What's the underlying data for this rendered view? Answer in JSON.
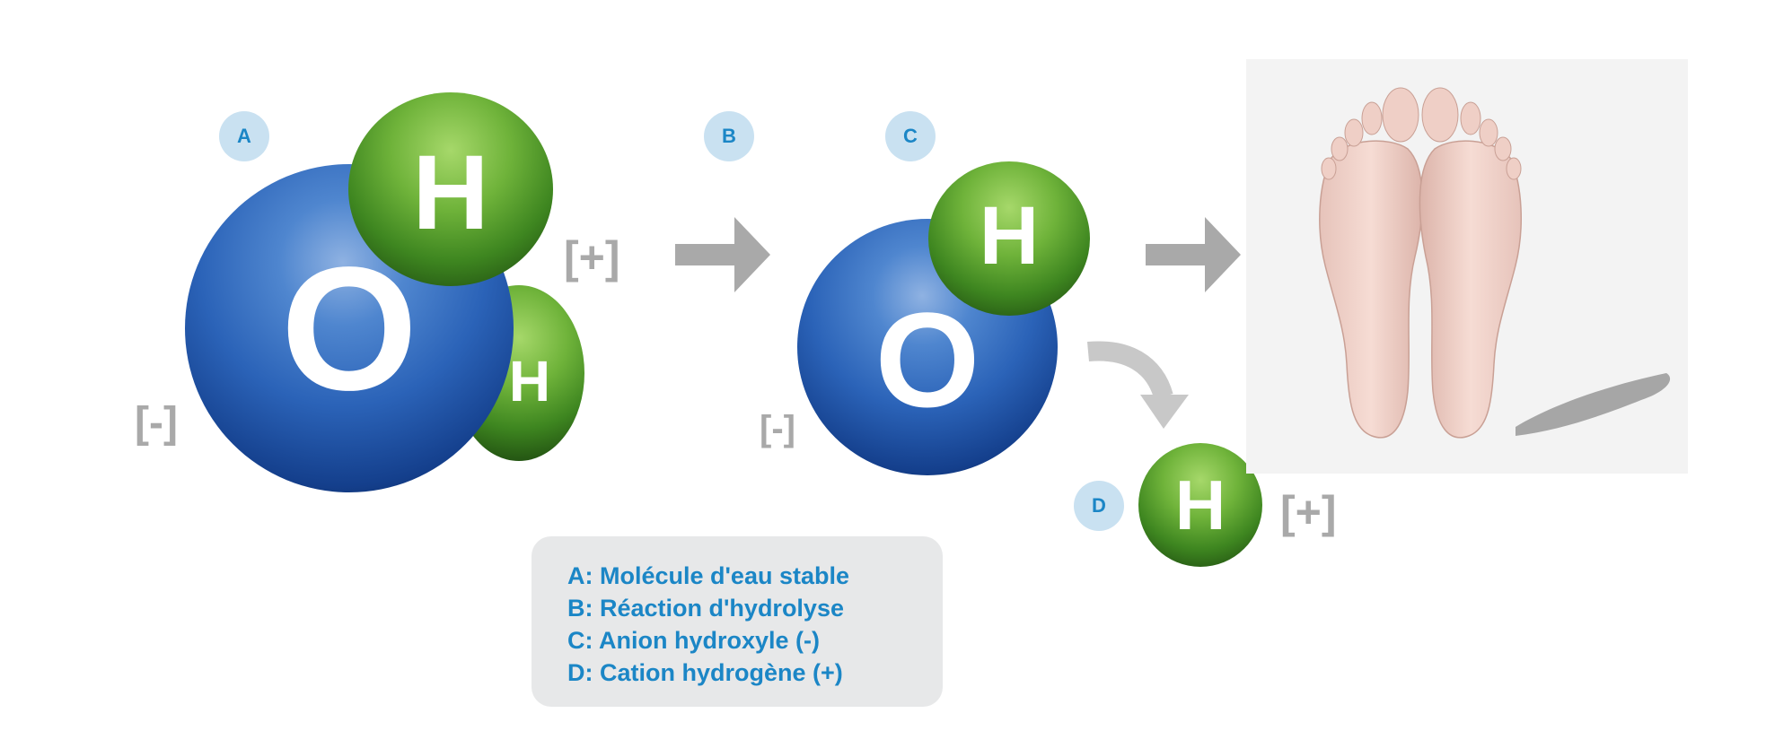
{
  "molecule_a": {
    "badge": "A",
    "oxygen": "O",
    "hydrogen_top": "H",
    "hydrogen_side": "H",
    "charge_left": "[-]",
    "charge_right": "[+]"
  },
  "reaction_b": {
    "badge": "B"
  },
  "anion_c": {
    "badge": "C",
    "oxygen": "O",
    "hydrogen": "H",
    "charge": "[-]"
  },
  "cation_d": {
    "badge": "D",
    "hydrogen": "H",
    "charge": "[+]"
  },
  "legend": {
    "line_a": "A: Molécule d'eau stable",
    "line_b": "B: Réaction d'hydrolyse",
    "line_c": "C: Anion hydroxyle (-)",
    "line_d": "D: Cation hydrogène (+)"
  },
  "colors": {
    "label_blue": "#1b86c6",
    "badge_bg": "#c9e1f1",
    "charge_gray": "#a9a9a9",
    "arrow_gray": "#a9a9a9",
    "legend_bg": "#e7e8e9"
  },
  "icons": [
    "feet-soles-photo",
    "right-arrow",
    "curved-down-arrow"
  ]
}
